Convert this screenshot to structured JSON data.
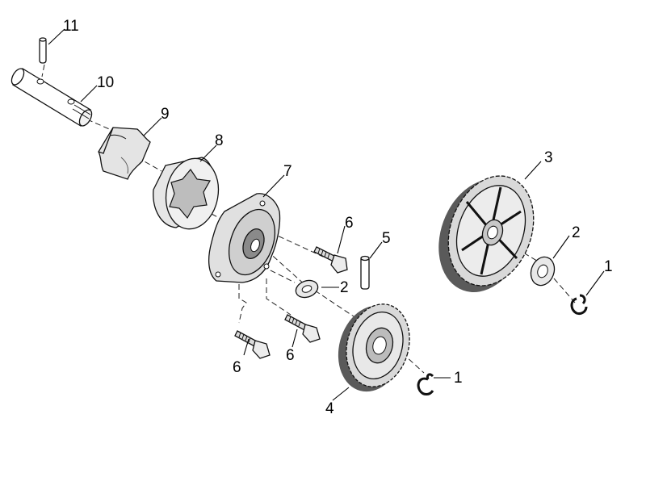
{
  "callouts": {
    "c1a": "1",
    "c1b": "1",
    "c2a": "2",
    "c2b": "2",
    "c3": "3",
    "c4": "4",
    "c5": "5",
    "c6a": "6",
    "c6b": "6",
    "c6c": "6",
    "c7": "7",
    "c8": "8",
    "c9": "9",
    "c10": "10",
    "c11": "11"
  },
  "colors": {
    "ink": "#111111",
    "gear_face": "#d9d9d9",
    "shadow": "#5a5a5a",
    "background": "#ffffff"
  },
  "parts": [
    {
      "callout": "1",
      "name": "retaining-clip"
    },
    {
      "callout": "2",
      "name": "washer"
    },
    {
      "callout": "3",
      "name": "large-gear"
    },
    {
      "callout": "4",
      "name": "small-gear"
    },
    {
      "callout": "5",
      "name": "dowel-pin"
    },
    {
      "callout": "6",
      "name": "bolt"
    },
    {
      "callout": "7",
      "name": "pump-cover"
    },
    {
      "callout": "8",
      "name": "outer-rotor"
    },
    {
      "callout": "9",
      "name": "inner-rotor"
    },
    {
      "callout": "10",
      "name": "shaft"
    },
    {
      "callout": "11",
      "name": "roll-pin"
    }
  ]
}
